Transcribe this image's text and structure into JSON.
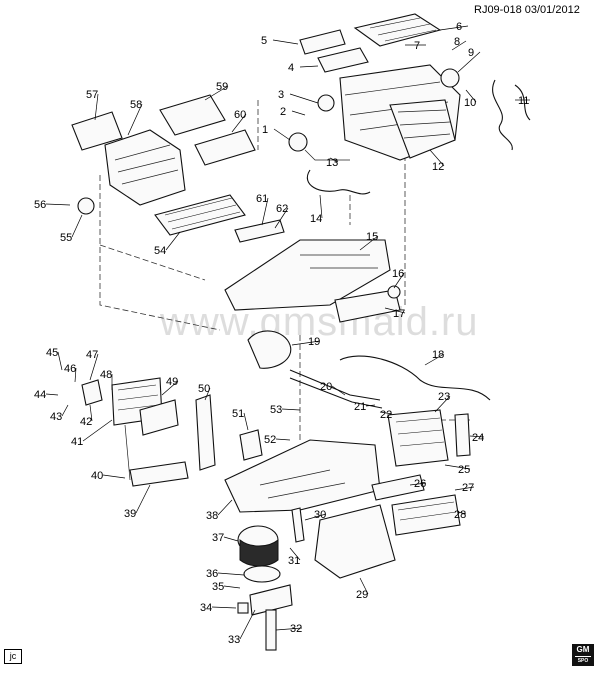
{
  "header": {
    "ref": "RJ09-018  03/01/2012"
  },
  "corner_tag": "jc",
  "brand": {
    "line1": "GM",
    "line2": "SPO"
  },
  "watermark": "www.gmsmaid.ru",
  "labels": [
    "1",
    "2",
    "3",
    "4",
    "5",
    "6",
    "7",
    "8",
    "9",
    "10",
    "11",
    "12",
    "13",
    "14",
    "15",
    "16",
    "17",
    "18",
    "19",
    "20",
    "21",
    "22",
    "23",
    "24",
    "25",
    "26",
    "27",
    "28",
    "29",
    "30",
    "31",
    "32",
    "33",
    "34",
    "35",
    "36",
    "37",
    "38",
    "39",
    "40",
    "41",
    "42",
    "43",
    "44",
    "45",
    "46",
    "47",
    "48",
    "49",
    "50",
    "51",
    "52",
    "53",
    "54",
    "55",
    "56",
    "57",
    "58",
    "59",
    "60",
    "61",
    "62"
  ]
}
